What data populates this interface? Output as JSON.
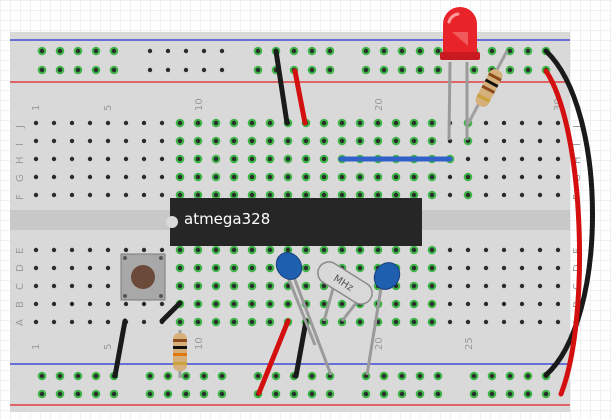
{
  "breadboard": {
    "column_numbers": [
      "1",
      "5",
      "10",
      "20",
      "25",
      "30"
    ],
    "row_letters_top": [
      "J",
      "I",
      "H",
      "G",
      "F"
    ],
    "row_letters_bottom": [
      "E",
      "D",
      "C",
      "B",
      "A"
    ]
  },
  "components": {
    "chip_label": "atmega328",
    "crystal_label": "MHz"
  },
  "colors": {
    "board": "#d9d9d9",
    "hole": "#2b2b2b",
    "hole_connected": "#3fb549",
    "rail_blue": "#2630d6",
    "rail_red": "#e02020",
    "wire_red": "#d40f0f",
    "wire_black": "#1a1a1a",
    "wire_blue": "#3060c8",
    "chip": "#262626",
    "led": "#e8232a",
    "capacitor": "#1f5fb0"
  }
}
